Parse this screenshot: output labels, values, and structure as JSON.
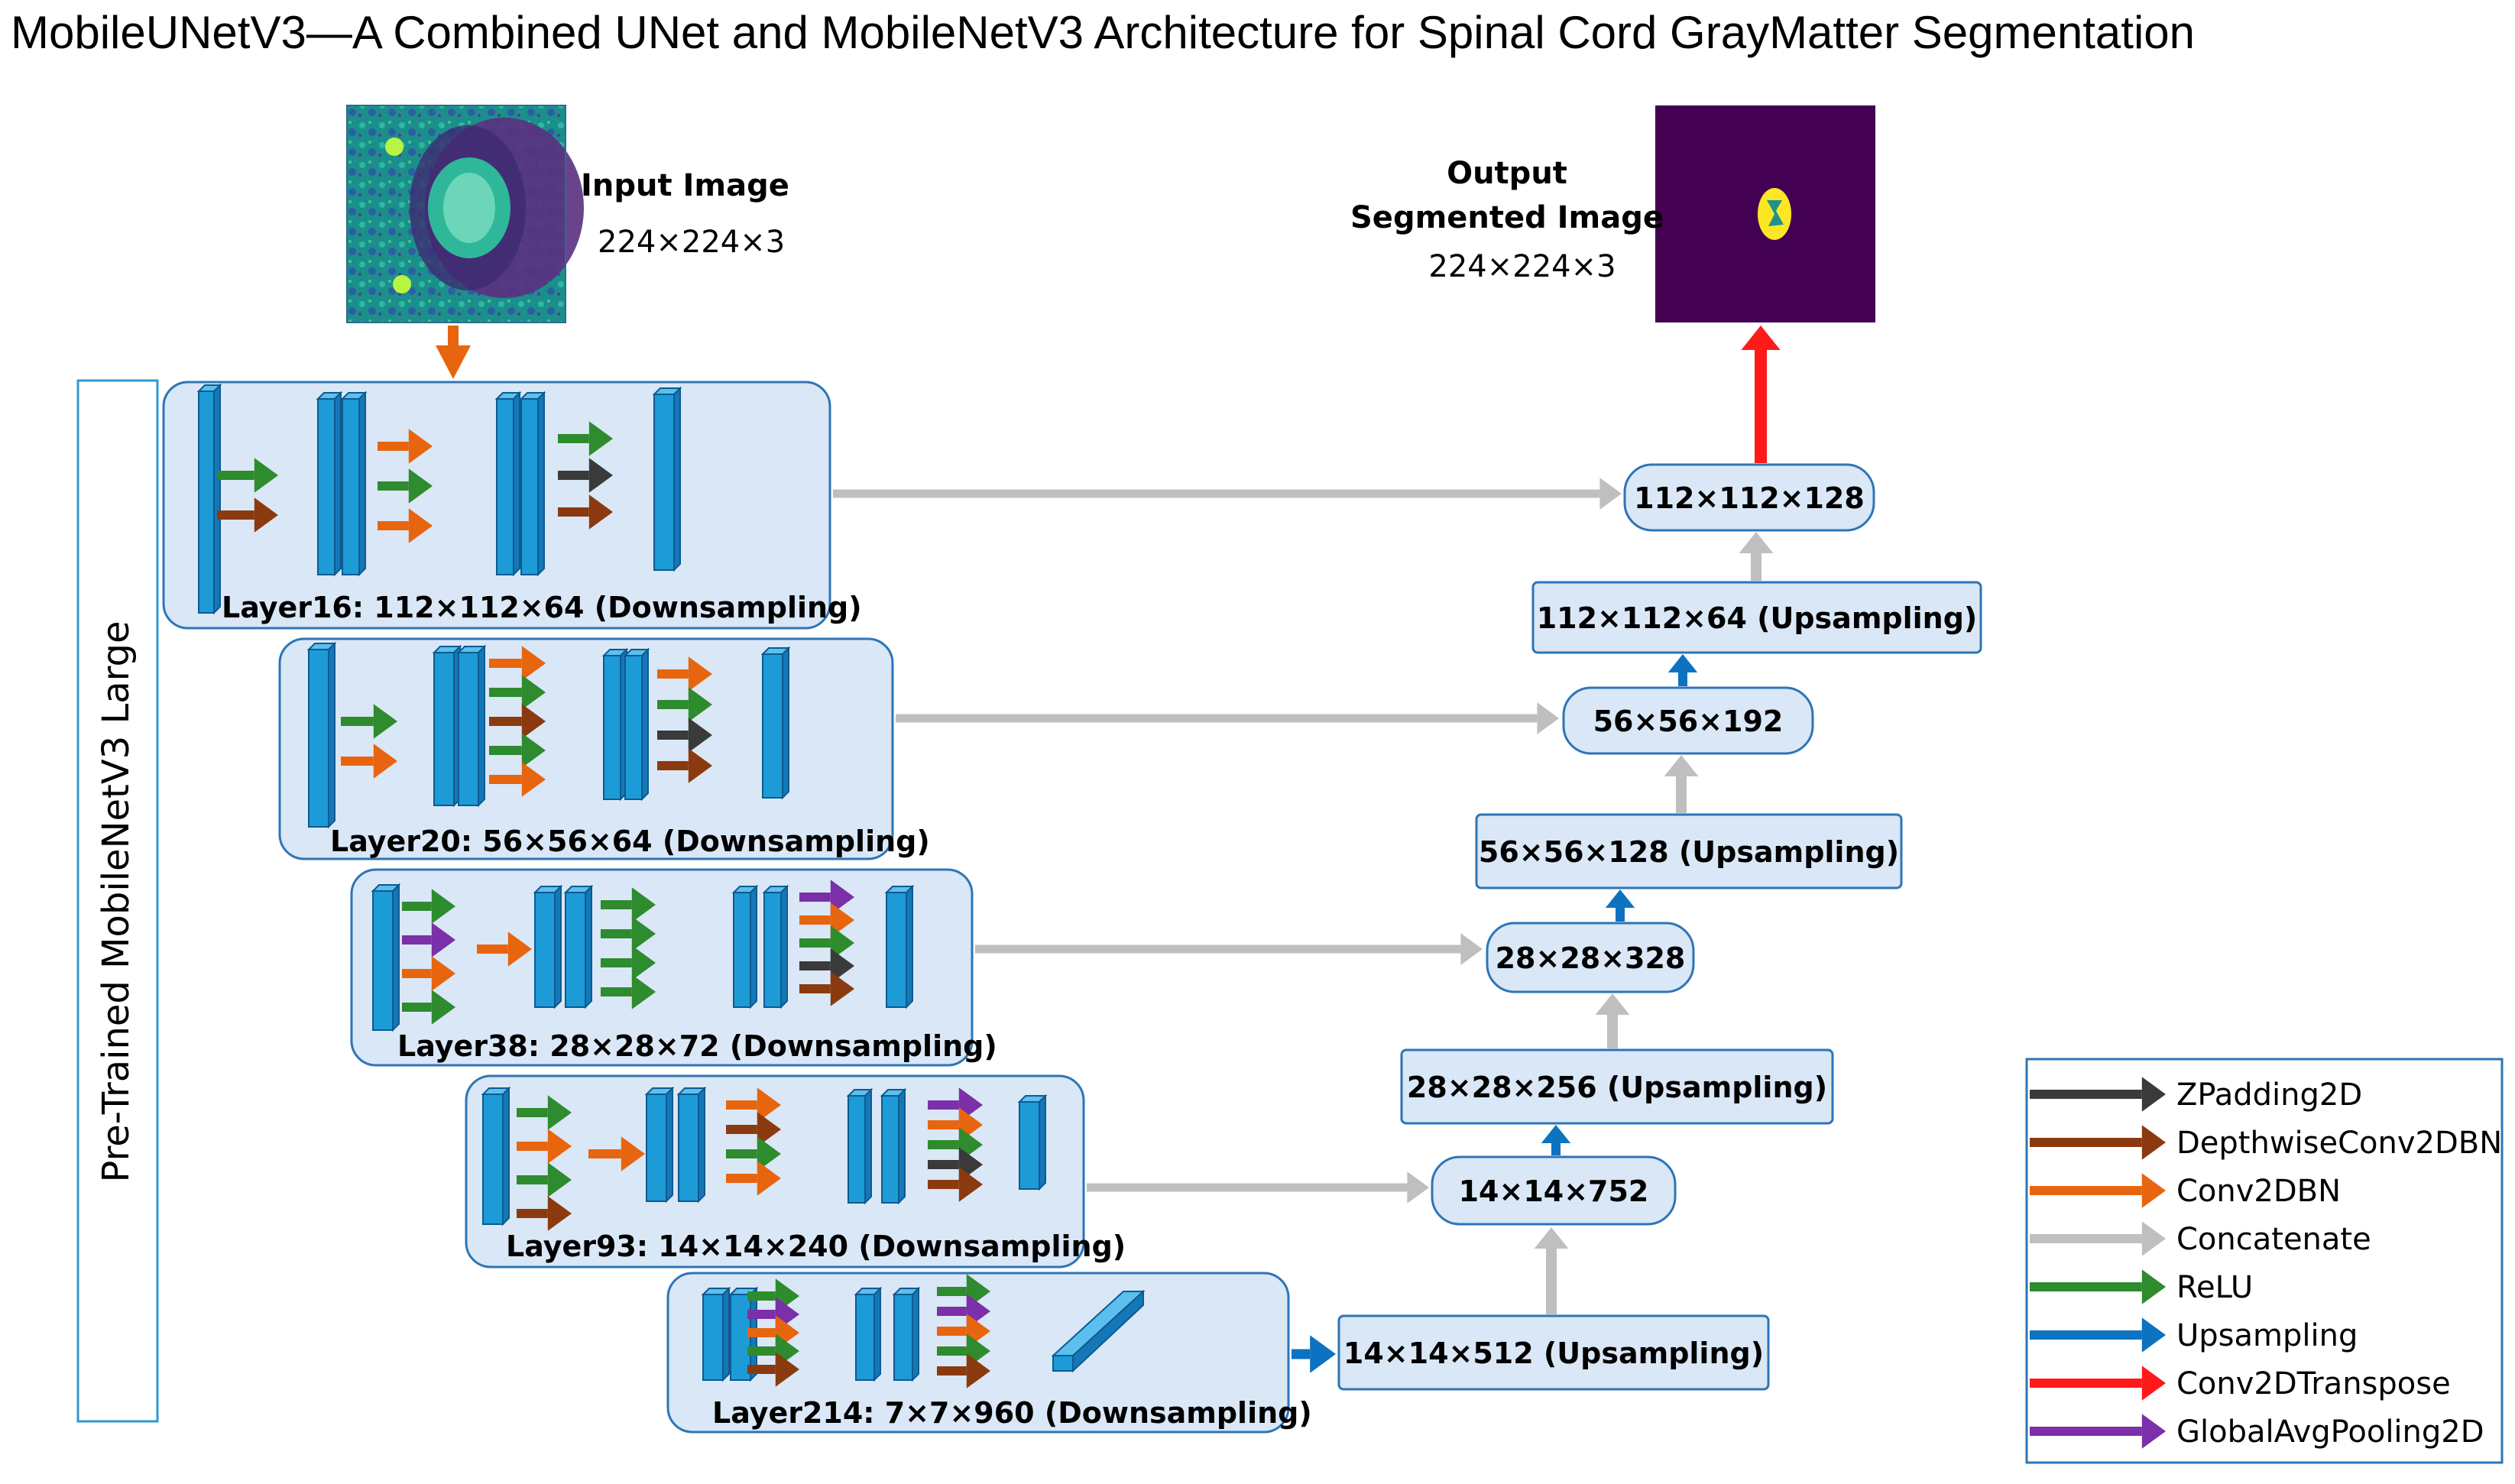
{
  "title": "MobileUNetV3—A Combined UNet and MobileNetV3 Architecture for Spinal Cord GrayMatter Segmentation",
  "input": {
    "label": "Input Image",
    "dims": "224×224×3"
  },
  "output": {
    "label_line1": "Output",
    "label_line2": "Segmented Image",
    "dims": "224×224×3"
  },
  "encoder_label": "Pre-Trained MobileNetV3 Large",
  "encoder_layers": [
    "Layer16: 112×112×64 (Downsampling)",
    "Layer20: 56×56×64 (Downsampling)",
    "Layer38: 28×28×72 (Downsampling)",
    "Layer93: 14×14×240 (Downsampling)",
    "Layer214: 7×7×960 (Downsampling)"
  ],
  "decoder_nodes": [
    "112×112×128",
    "112×112×64 (Upsampling)",
    "56×56×192",
    "56×56×128 (Upsampling)",
    "28×28×328",
    "28×28×256 (Upsampling)",
    "14×14×752",
    "14×14×512 (Upsampling)"
  ],
  "legend": [
    {
      "label": "ZPadding2D",
      "color": "#3a3a3a"
    },
    {
      "label": "DepthwiseConv2DBN",
      "color": "#8b3a0f"
    },
    {
      "label": "Conv2DBN",
      "color": "#e8650f"
    },
    {
      "label": "Concatenate",
      "color": "#bfbfbf"
    },
    {
      "label": "ReLU",
      "color": "#2e8b2e"
    },
    {
      "label": "Upsampling",
      "color": "#0d72c0"
    },
    {
      "label": "Conv2DTranspose",
      "color": "#ff1a1a"
    },
    {
      "label": "GlobalAvgPooling2D",
      "color": "#7b2fa8"
    }
  ],
  "colors": {
    "box_fill": "#dae7f6",
    "box_stroke": "#2e75b6",
    "block_fill": "#1c9bd7",
    "block_stroke": "#0e5a90",
    "input_arrow": "#e8650f",
    "output_arrow": "#ff1a1a",
    "skip_arrow": "#bfbfbf",
    "up_arrow": "#0d72c0"
  }
}
